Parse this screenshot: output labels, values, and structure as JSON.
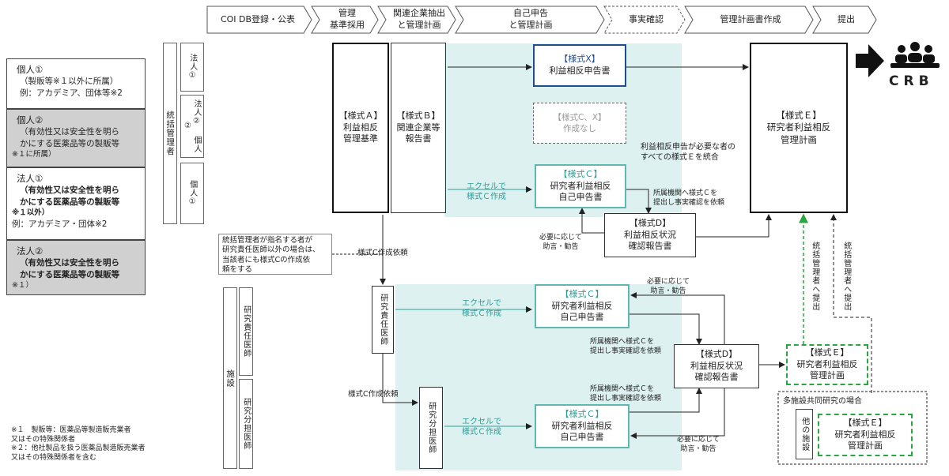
{
  "process_steps": [
    "COI DB登録・公表",
    "管理\n基準採用",
    "関連企業抽出\nと管理計画",
    "自己申告\nと管理計画",
    "事実確認",
    "管理計画書作成",
    "提出"
  ],
  "categories": [
    {
      "title": "個人①",
      "lines": [
        "（製販等※１以外に所属）",
        "例：アカデミア、団体等※2"
      ],
      "shaded": false
    },
    {
      "title": "個人②",
      "lines": [
        "（有効性又は安全性を明ら",
        "かにする医薬品等の製販等",
        "※１に所属）"
      ],
      "shaded": true
    },
    {
      "title": "法人①",
      "lines": [
        "（有効性又は安全性を明ら",
        "かにする医薬品等の製販等",
        "※１以外）",
        "例：アカデミア・団体※2"
      ],
      "shaded": false
    },
    {
      "title": "法人②",
      "lines": [
        "（有効性又は安全性を明ら",
        "かにする医薬品等の製販等",
        "※１）"
      ],
      "shaded": true
    }
  ],
  "footnotes": [
    "※１　製販等：医薬品等製造販売業者",
    "又はその特殊関係者",
    "※２：他社製品を扱う医薬品製造販売業者",
    "又はその特殊関係者を含む"
  ],
  "roles": {
    "overall_manager": "統括管理者",
    "corp1": "法人①",
    "corp2_indiv2": "法人② 個人②",
    "indiv1": "個人①",
    "facility": "施設",
    "pi": "研究責任医師",
    "sub_investigator": "研究分担医師",
    "pi_box": "研究責任医師",
    "sub_box": "研究分担医師",
    "other_facility": "他の施設"
  },
  "forms": {
    "a": {
      "tag": "【様式Ａ】",
      "name": "利益相反\n管理基準"
    },
    "b": {
      "tag": "【様式Ｂ】",
      "name": "関連企業等\n報告書"
    },
    "x": {
      "tag": "【様式X】",
      "name": "利益相反申告書"
    },
    "cx_none": {
      "tag": "【様式C、X】",
      "name": "作成なし"
    },
    "c1": {
      "tag": "【様式Ｃ】",
      "name": "研究者利益相反\n自己申告書"
    },
    "d1": {
      "tag": "【様式D】",
      "name": "利益相反状況\n確認報告書"
    },
    "e_main": {
      "tag": "【様式Ｅ】",
      "name": "研究者利益相反\n管理計画"
    },
    "c2": {
      "tag": "【様式Ｃ】",
      "name": "研究者利益相反\n自己申告書"
    },
    "c3": {
      "tag": "【様式Ｃ】",
      "name": "研究者利益相反\n自己申告書"
    },
    "d2": {
      "tag": "【様式D】",
      "name": "利益相反状況\n確認報告書"
    },
    "e_site": {
      "tag": "【様式Ｅ】",
      "name": "研究者利益相反\n管理計画"
    },
    "e_other": {
      "tag": "【様式Ｅ】",
      "name": "研究者利益相反\n管理計画"
    }
  },
  "labels": {
    "integrate": "利益相反申告が必要な者の\nすべての様式Ｅを統合",
    "excel1": "エクセルで\n様式Ｃ作成",
    "excel2": "エクセルで\n様式Ｃ作成",
    "excel3": "エクセルで\n様式Ｃ作成",
    "submit_fact1": "所属機関へ様式Ｃを\n提出し事実確認を依頼",
    "submit_fact2": "所属機関へ様式Ｃを\n提出し事実確認を依頼",
    "submit_fact3": "所属機関へ様式Ｃを\n提出し事実確認を依頼",
    "advice1": "必要に応じて\n助言・勧告",
    "advice2": "必要に応じて\n助言・勧告",
    "advice3": "必要に応じて\n助言・勧告",
    "request_c1": "様式C作成依頼",
    "request_c2": "様式C作成依頼",
    "callout": "統括管理者が指名する者が\n研究責任医師以外の場合は、\n当該者にも様式Cの作成依\n頼をする",
    "to_manager1": "統括管理者へ提出",
    "to_manager2": "統括管理者へ提出",
    "multi_site": "多施設共同研究の場合",
    "crb": "CRB"
  }
}
